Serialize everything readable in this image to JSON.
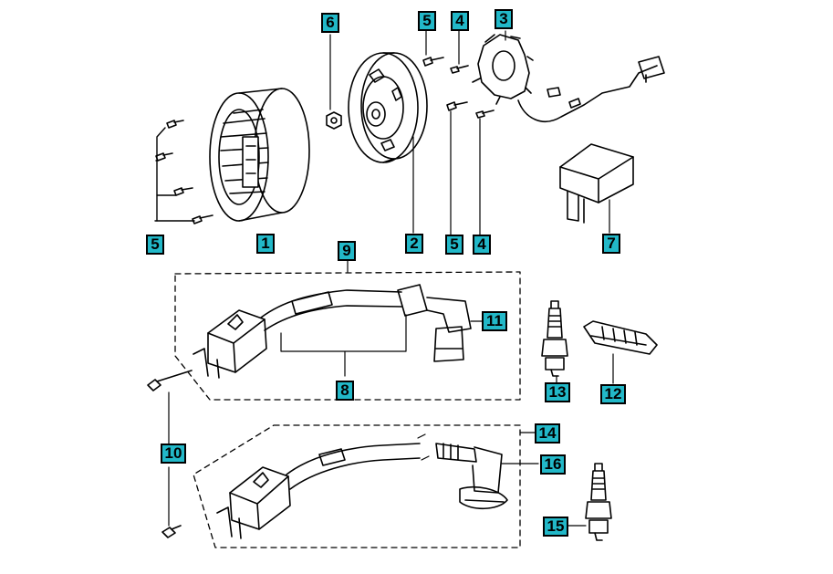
{
  "callouts": {
    "c1": "1",
    "c2": "2",
    "c3": "3",
    "c4a": "4",
    "c4b": "4",
    "c5a": "5",
    "c5b": "5",
    "c5c": "5",
    "c6": "6",
    "c7": "7",
    "c8": "8",
    "c9": "9",
    "c10": "10",
    "c11": "11",
    "c12": "12",
    "c13": "13",
    "c14": "14",
    "c15": "15",
    "c16": "16"
  },
  "colors": {
    "callout_fill": "#22b8c8",
    "ink": "#000000"
  }
}
